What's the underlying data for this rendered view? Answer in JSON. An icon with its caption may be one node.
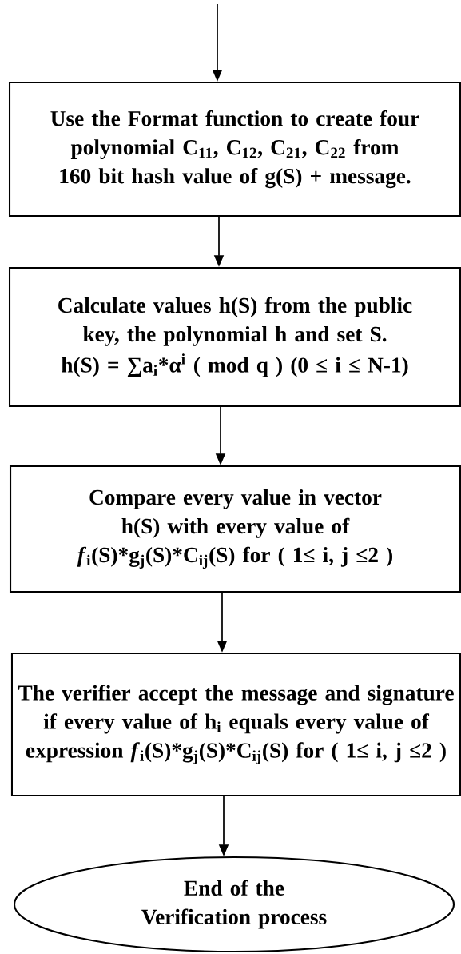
{
  "diagram": {
    "nodes": [
      {
        "text": [
          "Use the Format function to create four polynomial C$_{11}$, C$_{12}$, C$_{21}$, C$_{22}$ from 160 bit hash value of g(S) + message."
        ]
      },
      {
        "text": [
          "Calculate values h(S) from the public key, the polynomial h and set S.",
          "h(S) = ∑a$_{i}$*α$^{i}$ ( mod q ) (0 ≤ i ≤ N-1)"
        ]
      },
      {
        "text": [
          "Compare every value in vector h(S) with every value of *f*$_{i}$(S)*g$_{j}$(S)*C$_{ij}$(S) for ( 1≤ i, j ≤2 )"
        ]
      },
      {
        "text": [
          "The verifier accept the message and signature if every value of h$_{i}$ equals every value of expression *f*$_{i}$(S)*g$_{j}$(S)*C$_{ij}$(S) for ( 1≤ i, j ≤2 )"
        ]
      },
      {
        "text": [
          "End of the Verification process"
        ]
      }
    ],
    "edges": [
      {
        "from": null,
        "to": 0,
        "arrow": "to"
      },
      {
        "from": 0,
        "to": 1,
        "arrow": "to"
      },
      {
        "from": 1,
        "to": 2,
        "arrow": "to"
      },
      {
        "from": 2,
        "to": 3,
        "arrow": "to"
      },
      {
        "from": 3,
        "to": 4,
        "arrow": "to"
      }
    ]
  }
}
